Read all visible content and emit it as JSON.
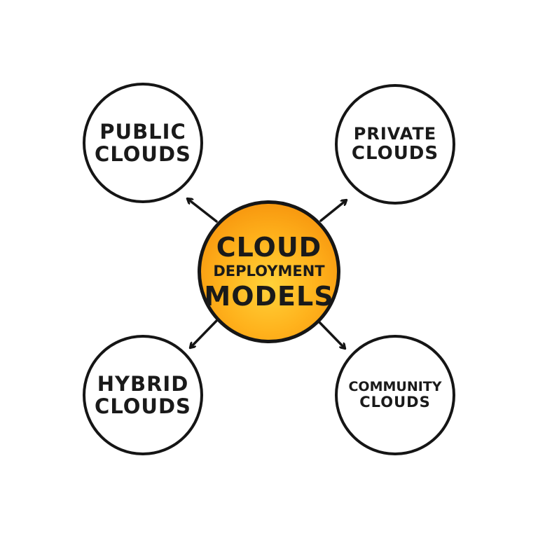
{
  "diagram": {
    "center": {
      "line1": "CLOUD",
      "line2": "DEPLOYMENT",
      "line3": "MODELS"
    },
    "nodes": {
      "public": {
        "line1": "PUBLIC",
        "line2": "CLOUDS"
      },
      "private": {
        "line1": "PRIVATE",
        "line2": "CLOUDS"
      },
      "hybrid": {
        "line1": "HYBRID",
        "line2": "CLOUDS"
      },
      "community": {
        "line1": "COMMUNITY",
        "line2": "CLOUDS"
      }
    },
    "colors": {
      "center_fill": "#ffb21c",
      "stroke": "#151515",
      "background": "#ffffff"
    }
  }
}
